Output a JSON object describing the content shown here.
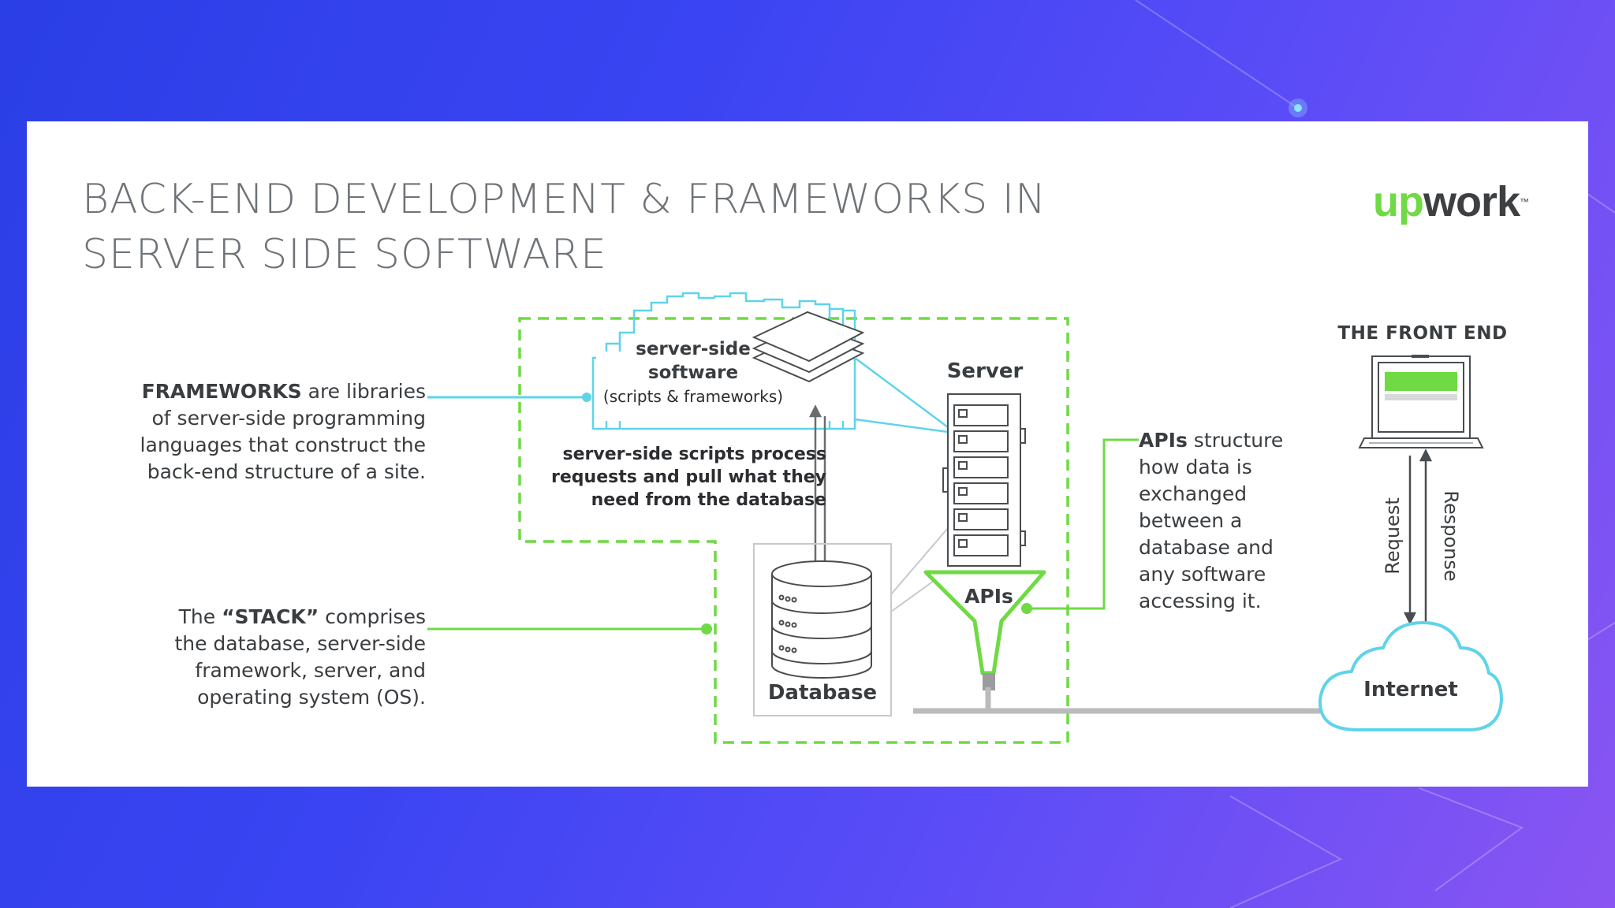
{
  "title": {
    "line1": "BACK-END DEVELOPMENT & FRAMEWORKS IN",
    "line2": "SERVER SIDE SOFTWARE"
  },
  "logo": {
    "part_up": "up",
    "part_work": "work",
    "tm": "™"
  },
  "frameworks_note": {
    "bold": "FRAMEWORKS",
    "rest_first_line": " are libraries",
    "line2": "of server-side programming",
    "line3": "languages that construct the",
    "line4": "back-end structure of a site."
  },
  "stack_note": {
    "prefix": "The ",
    "bold": "“STACK”",
    "rest_first_line": " comprises",
    "line2": "the database, server-side",
    "line3": "framework, server, and",
    "line4": "operating system (OS)."
  },
  "software_label": {
    "line1": "server-side",
    "line2": "software",
    "line3": "(scripts & frameworks)"
  },
  "scripts_note": {
    "line1": "server-side scripts process",
    "line2": "requests and pull what they",
    "line3": "need from the database"
  },
  "server_label": "Server",
  "apis_label": "APIs",
  "database_label": "Database",
  "apis_note": {
    "bold": "APIs",
    "rest_first_line": " structure",
    "line2": "how data is",
    "line3": "exchanged",
    "line4": "between a",
    "line5": "database and",
    "line6": "any software",
    "line7": "accessing it."
  },
  "front_end_label": "THE FRONT END",
  "request_label": "Request",
  "response_label": "Response",
  "internet_label": "Internet",
  "colors": {
    "green": "#6fda44",
    "cyan": "#5fd4e8",
    "gray": "#8a8d90",
    "text": "#3a3d40"
  }
}
